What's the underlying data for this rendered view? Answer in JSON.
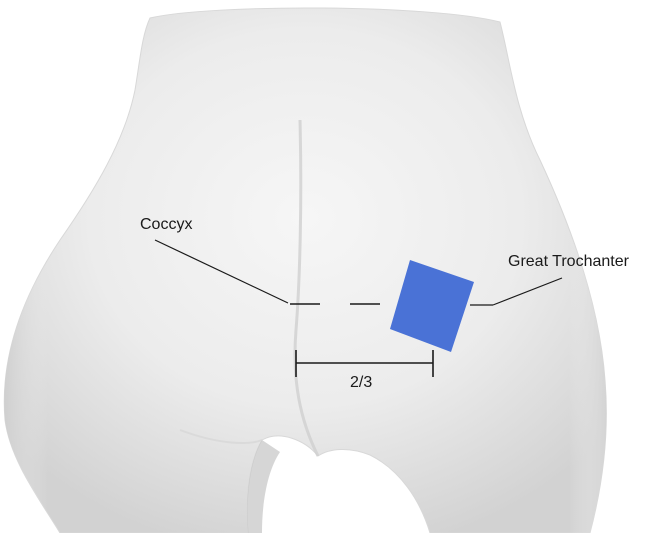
{
  "labels": {
    "coccyx": "Coccyx",
    "great_trochanter": "Great Trochanter",
    "distance_fraction": "2/3"
  },
  "colors": {
    "background": "#ffffff",
    "mannequin_light": "#f4f4f4",
    "mannequin_mid": "#e6e6e6",
    "mannequin_shadow": "#c9c9c9",
    "marker_square": "#4a72d6",
    "lines": "#1a1a1a"
  }
}
